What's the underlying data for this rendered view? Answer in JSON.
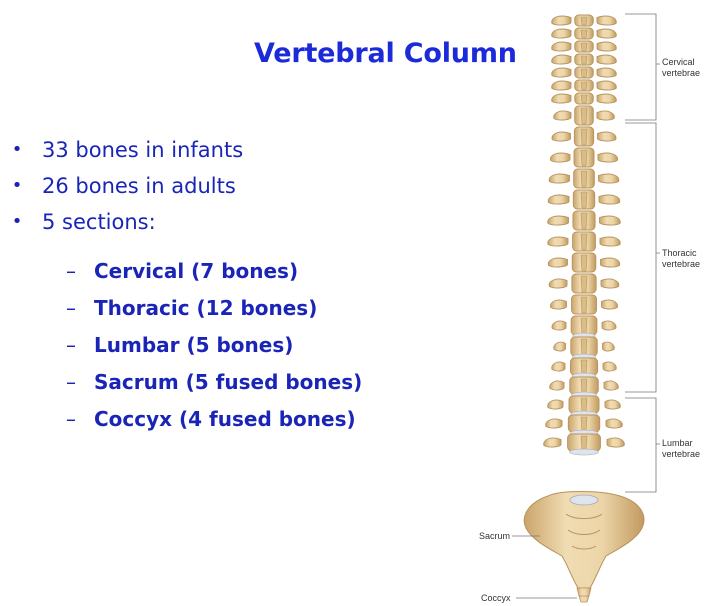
{
  "slide": {
    "title": "Vertebral Column",
    "bullets": [
      "33 bones in infants",
      "26 bones in adults",
      "5 sections:"
    ],
    "sub_bullets": [
      "Cervical (7 bones)",
      "Thoracic (12 bones)",
      "Lumbar (5 bones)",
      "Sacrum (5 fused bones)",
      "Coccyx (4 fused bones)"
    ],
    "bullet_glyph": "•",
    "dash_glyph": "–"
  },
  "figure": {
    "labels": {
      "cervical_1": "Cervical",
      "cervical_2": "vertebrae",
      "thoracic_1": "Thoracic",
      "thoracic_2": "vertebrae",
      "lumbar_1": "Lumbar",
      "lumbar_2": "vertebrae",
      "sacrum": "Sacrum",
      "coccyx": "Coccyx"
    }
  },
  "colors": {
    "title": "#1c2bd9",
    "text": "#1a25b8",
    "bone": "#e3c999",
    "bone_shadow": "#b8935d",
    "disc": "#c9ccd6"
  }
}
